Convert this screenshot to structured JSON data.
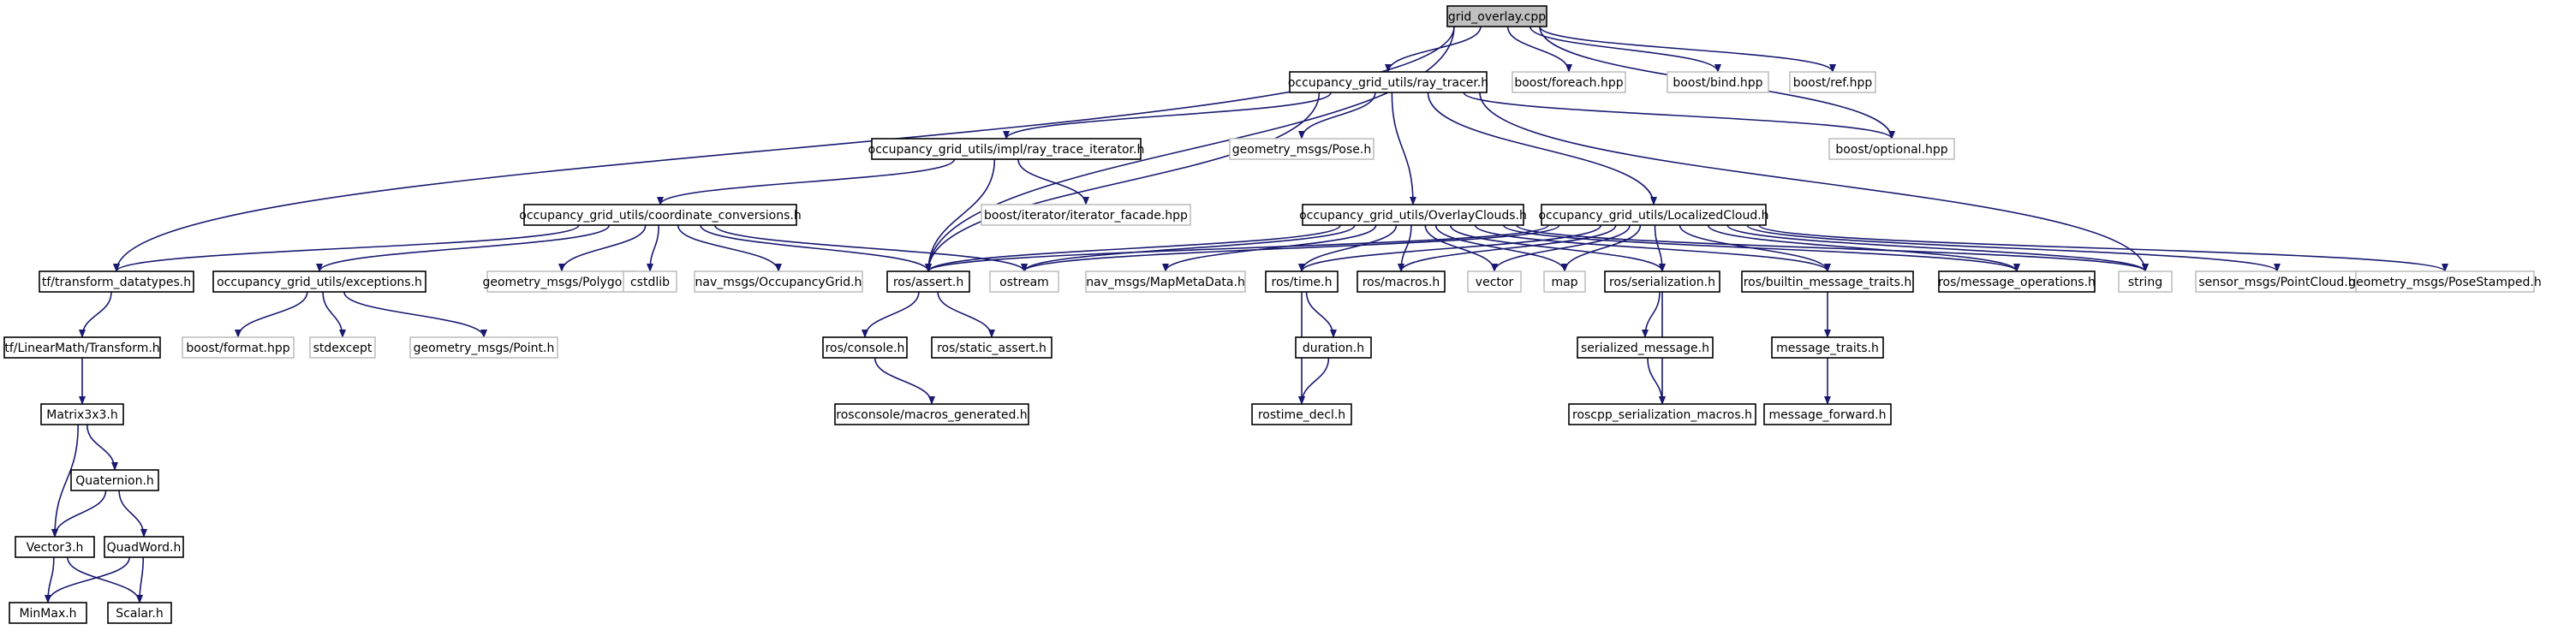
{
  "edge_color": "#191970",
  "documented_border_color": "#000000",
  "undocumented_border_color": "#bfbfbf",
  "root_fill_color": "#bfbfbf",
  "nodes": [
    {
      "id": "n0",
      "label": "grid_overlay.cpp",
      "style": "root"
    },
    {
      "id": "n1",
      "label": "occupancy_grid_utils/ray_tracer.h",
      "style": "doc"
    },
    {
      "id": "n2",
      "label": "boost/foreach.hpp",
      "style": "ext"
    },
    {
      "id": "n3",
      "label": "boost/bind.hpp",
      "style": "ext"
    },
    {
      "id": "n4",
      "label": "boost/ref.hpp",
      "style": "ext"
    },
    {
      "id": "n5",
      "label": "occupancy_grid_utils/impl/ray_trace_iterator.h",
      "style": "doc"
    },
    {
      "id": "n6",
      "label": "geometry_msgs/Pose.h",
      "style": "ext"
    },
    {
      "id": "n7",
      "label": "boost/optional.hpp",
      "style": "ext"
    },
    {
      "id": "n8",
      "label": "occupancy_grid_utils/coordinate_conversions.h",
      "style": "doc"
    },
    {
      "id": "n9",
      "label": "boost/iterator/iterator_facade.hpp",
      "style": "ext"
    },
    {
      "id": "n10",
      "label": "occupancy_grid_utils/OverlayClouds.h",
      "style": "doc"
    },
    {
      "id": "n11",
      "label": "occupancy_grid_utils/LocalizedCloud.h",
      "style": "doc"
    },
    {
      "id": "n12",
      "label": "tf/transform_datatypes.h",
      "style": "doc"
    },
    {
      "id": "n13",
      "label": "occupancy_grid_utils/exceptions.h",
      "style": "doc"
    },
    {
      "id": "n14",
      "label": "geometry_msgs/Polygon.h",
      "style": "ext"
    },
    {
      "id": "n15",
      "label": "cstdlib",
      "style": "ext"
    },
    {
      "id": "n16",
      "label": "nav_msgs/OccupancyGrid.h",
      "style": "ext"
    },
    {
      "id": "n17",
      "label": "ros/assert.h",
      "style": "doc"
    },
    {
      "id": "n18",
      "label": "ostream",
      "style": "ext"
    },
    {
      "id": "n19",
      "label": "nav_msgs/MapMetaData.h",
      "style": "ext"
    },
    {
      "id": "n20",
      "label": "ros/time.h",
      "style": "doc"
    },
    {
      "id": "n21",
      "label": "ros/macros.h",
      "style": "doc"
    },
    {
      "id": "n22",
      "label": "vector",
      "style": "ext"
    },
    {
      "id": "n23",
      "label": "map",
      "style": "ext"
    },
    {
      "id": "n24",
      "label": "ros/serialization.h",
      "style": "doc"
    },
    {
      "id": "n25",
      "label": "ros/builtin_message_traits.h",
      "style": "doc"
    },
    {
      "id": "n26",
      "label": "ros/message_operations.h",
      "style": "doc"
    },
    {
      "id": "n27",
      "label": "string",
      "style": "ext"
    },
    {
      "id": "n28",
      "label": "sensor_msgs/PointCloud.h",
      "style": "ext"
    },
    {
      "id": "n29",
      "label": "geometry_msgs/PoseStamped.h",
      "style": "ext"
    },
    {
      "id": "n30",
      "label": "tf/LinearMath/Transform.h",
      "style": "doc"
    },
    {
      "id": "n31",
      "label": "boost/format.hpp",
      "style": "ext"
    },
    {
      "id": "n32",
      "label": "stdexcept",
      "style": "ext"
    },
    {
      "id": "n33",
      "label": "geometry_msgs/Point.h",
      "style": "ext"
    },
    {
      "id": "n34",
      "label": "ros/console.h",
      "style": "doc"
    },
    {
      "id": "n35",
      "label": "ros/static_assert.h",
      "style": "doc"
    },
    {
      "id": "n36",
      "label": "duration.h",
      "style": "doc"
    },
    {
      "id": "n37",
      "label": "serialized_message.h",
      "style": "doc"
    },
    {
      "id": "n38",
      "label": "message_traits.h",
      "style": "doc"
    },
    {
      "id": "n39",
      "label": "Matrix3x3.h",
      "style": "doc"
    },
    {
      "id": "n40",
      "label": "rosconsole/macros_generated.h",
      "style": "doc"
    },
    {
      "id": "n41",
      "label": "rostime_decl.h",
      "style": "doc"
    },
    {
      "id": "n42",
      "label": "roscpp_serialization_macros.h",
      "style": "doc"
    },
    {
      "id": "n43",
      "label": "message_forward.h",
      "style": "doc"
    },
    {
      "id": "n44",
      "label": "Quaternion.h",
      "style": "doc"
    },
    {
      "id": "n45",
      "label": "Vector3.h",
      "style": "doc"
    },
    {
      "id": "n46",
      "label": "QuadWord.h",
      "style": "doc"
    },
    {
      "id": "n47",
      "label": "MinMax.h",
      "style": "doc"
    },
    {
      "id": "n48",
      "label": "Scalar.h",
      "style": "doc"
    }
  ],
  "edges": [
    [
      "n0",
      "n1"
    ],
    [
      "n0",
      "n2"
    ],
    [
      "n0",
      "n3"
    ],
    [
      "n0",
      "n4"
    ],
    [
      "n0",
      "n7"
    ],
    [
      "n0",
      "n12"
    ],
    [
      "n0",
      "n17"
    ],
    [
      "n1",
      "n5"
    ],
    [
      "n1",
      "n6"
    ],
    [
      "n1",
      "n7"
    ],
    [
      "n1",
      "n10"
    ],
    [
      "n1",
      "n11"
    ],
    [
      "n1",
      "n17"
    ],
    [
      "n1",
      "n27"
    ],
    [
      "n5",
      "n8"
    ],
    [
      "n5",
      "n9"
    ],
    [
      "n5",
      "n17"
    ],
    [
      "n8",
      "n12"
    ],
    [
      "n8",
      "n13"
    ],
    [
      "n8",
      "n14"
    ],
    [
      "n8",
      "n15"
    ],
    [
      "n8",
      "n16"
    ],
    [
      "n8",
      "n17"
    ],
    [
      "n8",
      "n18"
    ],
    [
      "n10",
      "n17"
    ],
    [
      "n10",
      "n18"
    ],
    [
      "n10",
      "n19"
    ],
    [
      "n10",
      "n20"
    ],
    [
      "n10",
      "n21"
    ],
    [
      "n10",
      "n22"
    ],
    [
      "n10",
      "n23"
    ],
    [
      "n10",
      "n24"
    ],
    [
      "n10",
      "n25"
    ],
    [
      "n10",
      "n26"
    ],
    [
      "n10",
      "n27"
    ],
    [
      "n11",
      "n17"
    ],
    [
      "n11",
      "n18"
    ],
    [
      "n11",
      "n20"
    ],
    [
      "n11",
      "n21"
    ],
    [
      "n11",
      "n22"
    ],
    [
      "n11",
      "n23"
    ],
    [
      "n11",
      "n24"
    ],
    [
      "n11",
      "n25"
    ],
    [
      "n11",
      "n26"
    ],
    [
      "n11",
      "n27"
    ],
    [
      "n11",
      "n28"
    ],
    [
      "n11",
      "n29"
    ],
    [
      "n12",
      "n30"
    ],
    [
      "n13",
      "n31"
    ],
    [
      "n13",
      "n32"
    ],
    [
      "n13",
      "n33"
    ],
    [
      "n17",
      "n34"
    ],
    [
      "n17",
      "n35"
    ],
    [
      "n20",
      "n36"
    ],
    [
      "n20",
      "n41"
    ],
    [
      "n24",
      "n37"
    ],
    [
      "n24",
      "n42"
    ],
    [
      "n25",
      "n38"
    ],
    [
      "n30",
      "n39"
    ],
    [
      "n34",
      "n40"
    ],
    [
      "n36",
      "n41"
    ],
    [
      "n37",
      "n42"
    ],
    [
      "n38",
      "n43"
    ],
    [
      "n39",
      "n44"
    ],
    [
      "n39",
      "n45"
    ],
    [
      "n44",
      "n45"
    ],
    [
      "n44",
      "n46"
    ],
    [
      "n45",
      "n47"
    ],
    [
      "n45",
      "n48"
    ],
    [
      "n46",
      "n47"
    ],
    [
      "n46",
      "n48"
    ]
  ]
}
